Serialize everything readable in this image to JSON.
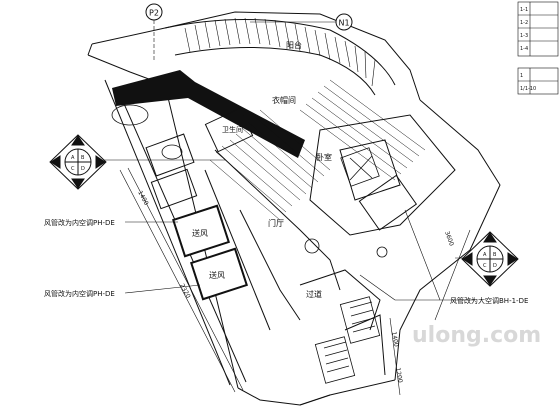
{
  "grid_markers": {
    "p2": "P2",
    "n1": "N1"
  },
  "rooms": {
    "balcony": "阳台",
    "cloakroom": "衣帽间",
    "hall": "门厅",
    "vent_upper": "送风",
    "vent_lower": "送风",
    "bed_area": "卧室",
    "corridor": "过道",
    "bath_label": "卫生间"
  },
  "leaders": {
    "left_upper": "风管改为内空调PH-DE",
    "left_lower": "风管改为内空调PH-DE",
    "right_lower": "风管改为大空调BH-1-DE"
  },
  "legend_table": {
    "rows": [
      "1-1",
      "1-2",
      "1-3",
      "1-4"
    ],
    "row2": [
      "1",
      "1/1-10"
    ]
  },
  "dimensions": {
    "d1": "1400",
    "d2": "2320",
    "d3": "1400",
    "d4": "1200",
    "d5": "3600"
  },
  "symbol_glyphs": {
    "a": "A",
    "b": "B",
    "c": "C",
    "d": "D"
  },
  "watermark": "ulong.com",
  "colors": {
    "line": "#111111",
    "wall_fill": "#111111",
    "watermark": "#d8d8d8"
  }
}
